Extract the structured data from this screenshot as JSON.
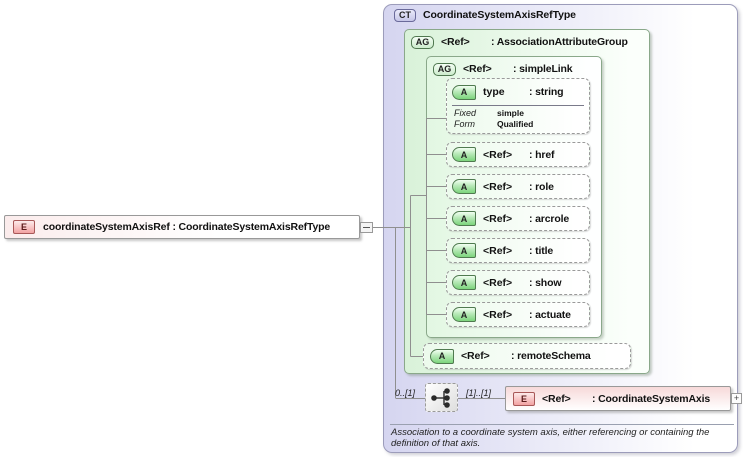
{
  "element": {
    "badge": "E",
    "label": "coordinateSystemAxisRef : CoordinateSystemAxisRefType"
  },
  "ct": {
    "badge": "CT",
    "title": "CoordinateSystemAxisRefType",
    "attribute_group": {
      "badge": "AG",
      "name": "<Ref>",
      "type": ": AssociationAttributeGroup",
      "simple_link": {
        "badge": "AG",
        "name": "<Ref>",
        "type": ": simpleLink",
        "type_attribute": {
          "badge": "A",
          "name": "type",
          "type": ": string",
          "facets": [
            {
              "label": "Fixed",
              "value": "simple"
            },
            {
              "label": "Form",
              "value": "Qualified"
            }
          ]
        },
        "attributes": [
          {
            "badge": "A",
            "name": "<Ref>",
            "type": ": href"
          },
          {
            "badge": "A",
            "name": "<Ref>",
            "type": ": role"
          },
          {
            "badge": "A",
            "name": "<Ref>",
            "type": ": arcrole"
          },
          {
            "badge": "A",
            "name": "<Ref>",
            "type": ": title"
          },
          {
            "badge": "A",
            "name": "<Ref>",
            "type": ": show"
          },
          {
            "badge": "A",
            "name": "<Ref>",
            "type": ": actuate"
          }
        ]
      },
      "remote_schema": {
        "badge": "A",
        "name": "<Ref>",
        "type": ": remoteSchema"
      }
    },
    "content": {
      "cardinality_left": "0..[1]",
      "cardinality_right": "[1]..[1]",
      "element": {
        "badge": "E",
        "name": "<Ref>",
        "type": ": CoordinateSystemAxis"
      },
      "expand_label": "+"
    },
    "annotation": "Association to a coordinate system axis, either referencing or containing the definition of that axis."
  },
  "colors": {
    "element_accent": "#f2a2a2",
    "group_accent": "#7cd47c",
    "complex_type_accent": "#c6c6e8",
    "wire": "#8f8f8f"
  }
}
